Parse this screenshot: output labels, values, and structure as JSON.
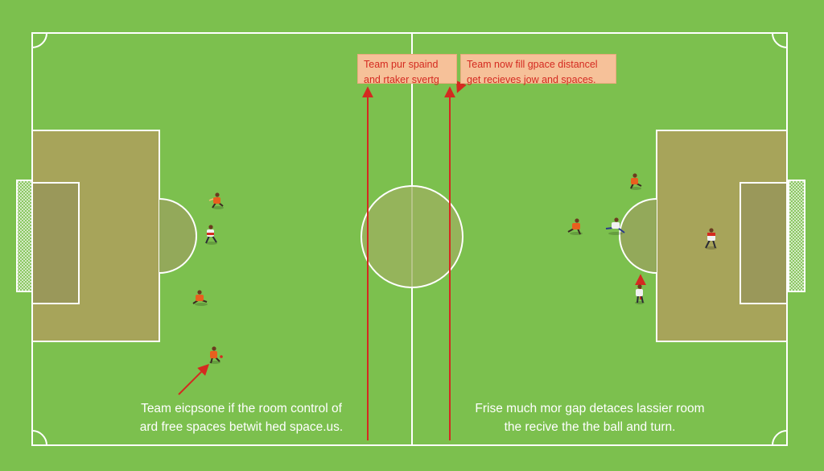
{
  "callouts": {
    "left": [
      "Team pur spaind",
      "and rtaker svertg"
    ],
    "right": [
      "Team now fill gpace distancel",
      "get recieves jow and spaces."
    ]
  },
  "captions": {
    "left": [
      "Team eicpsone  if the room control of",
      "ard free spaces betwit hed space.us."
    ],
    "right": [
      "Frise much mor gap detaces lassier room",
      "the recive the the ball and turn."
    ]
  },
  "colors": {
    "grass": "#7cc04e",
    "penalty_area": "#a7a45a",
    "lines": "#ffffff",
    "arrows": "#d42a20",
    "callout_bg": "#f6c199",
    "team_a": "#e85f1e",
    "team_b": "#f1f1f1"
  }
}
